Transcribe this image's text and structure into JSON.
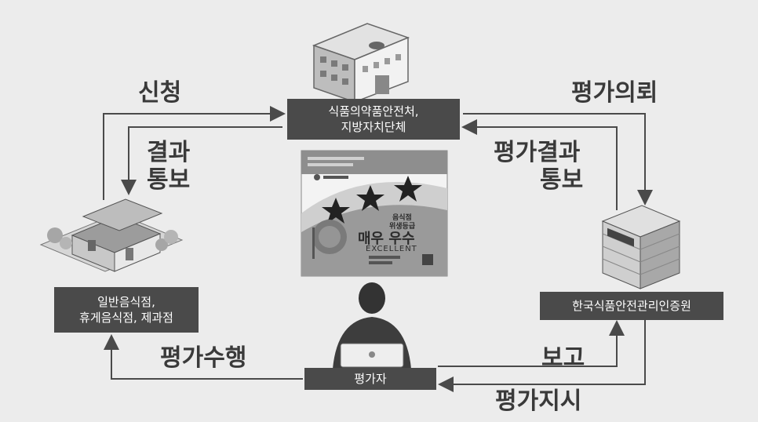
{
  "nodes": {
    "ministry": {
      "line1": "식품의약품안전처,",
      "line2": "지방자치단체"
    },
    "restaurant": {
      "line1": "일반음식점,",
      "line2": "휴게음식점, 제과점"
    },
    "institute": {
      "label": "한국식품안전관리인증원"
    },
    "evaluator": {
      "label": "평가자"
    }
  },
  "flows": {
    "apply": "신청",
    "result_notice_1": "결과",
    "result_notice_2": "통보",
    "eval_request": "평가의뢰",
    "eval_result_1": "평가결과",
    "eval_result_2": "통보",
    "perform_eval": "평가수행",
    "report": "보고",
    "eval_instruction": "평가지시"
  },
  "certificate": {
    "category_1": "음식점",
    "category_2": "위생등급",
    "grade": "매우 우수",
    "grade_en": "EXCELLENT",
    "stars": 3
  }
}
